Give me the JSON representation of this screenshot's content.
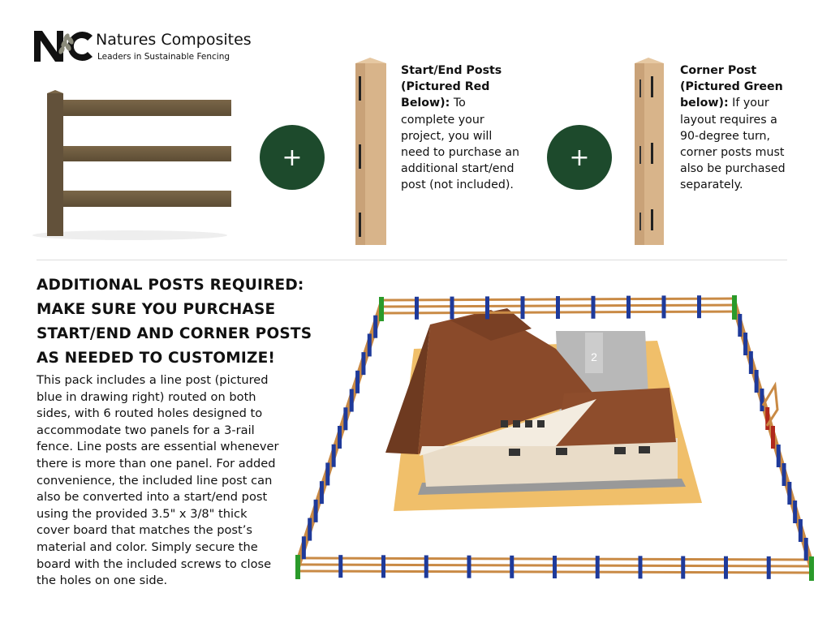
{
  "brand": {
    "logo_letters": "NC",
    "name": "Natures Composites",
    "tagline": "Leaders in Sustainable Fencing"
  },
  "plus_label": "+",
  "start_end_post": {
    "title_lines": [
      "Start/End Posts",
      "(Pictured Red",
      "Below):"
    ],
    "body_lines": [
      "To",
      "complete your",
      "project, you will",
      "need to purchase an",
      "additional start/end",
      "post (not included)."
    ]
  },
  "corner_post": {
    "title_lines": [
      "Corner Post",
      "(Pictured Green",
      "below):"
    ],
    "body_lines": [
      "If your",
      "layout requires a",
      "90-degree turn,",
      "corner posts must",
      "also be purchased",
      "separately."
    ]
  },
  "heading_lines": [
    "ADDITIONAL POSTS REQUIRED:",
    "MAKE SURE YOU PURCHASE",
    "START/END AND CORNER POSTS",
    "AS NEEDED TO CUSTOMIZE!"
  ],
  "paragraph_lines": [
    "This pack includes a line post (pictured",
    "blue in drawing right) routed on both",
    "sides, with 6 routed holes designed to",
    "accommodate two panels for a 3-rail",
    "fence. Line posts are essential whenever",
    "there is more than one panel. For added",
    "convenience, the included line post can",
    "also be converted into a start/end post",
    "using the provided 3.5\" x 3/8\" thick",
    "cover board that matches the post’s",
    "material and color. Simply secure the",
    "board with the included screws to close",
    "the holes on one side."
  ],
  "drawing": {
    "house_label": "2"
  },
  "colors": {
    "accent_green": "#1d4a2c",
    "post_tan": "#d8b48a",
    "panel_brown": "#6b5a3f",
    "line_post_blue": "#1f3a9a",
    "start_end_red": "#b0281c",
    "corner_green": "#2a9a2a",
    "rail_wood": "#c98a45"
  }
}
